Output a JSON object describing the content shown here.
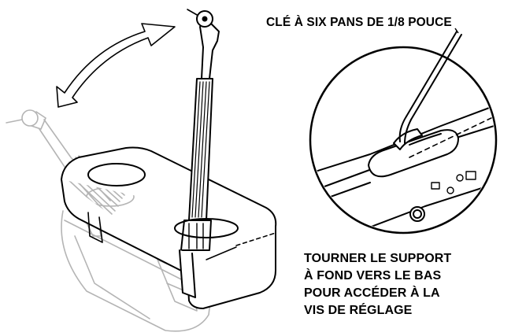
{
  "labels": {
    "wrench": "CLÉ À SIX PANS DE 1/8 POUCE",
    "instructions": [
      "TOURNER LE SUPPORT",
      "À FOND VERS LE BAS",
      "POUR ACCÉDER À LA",
      "VIS DE RÉGLAGE"
    ]
  },
  "colors": {
    "ink": "#000000",
    "ghost": "#b4b4b4",
    "background": "#ffffff"
  }
}
